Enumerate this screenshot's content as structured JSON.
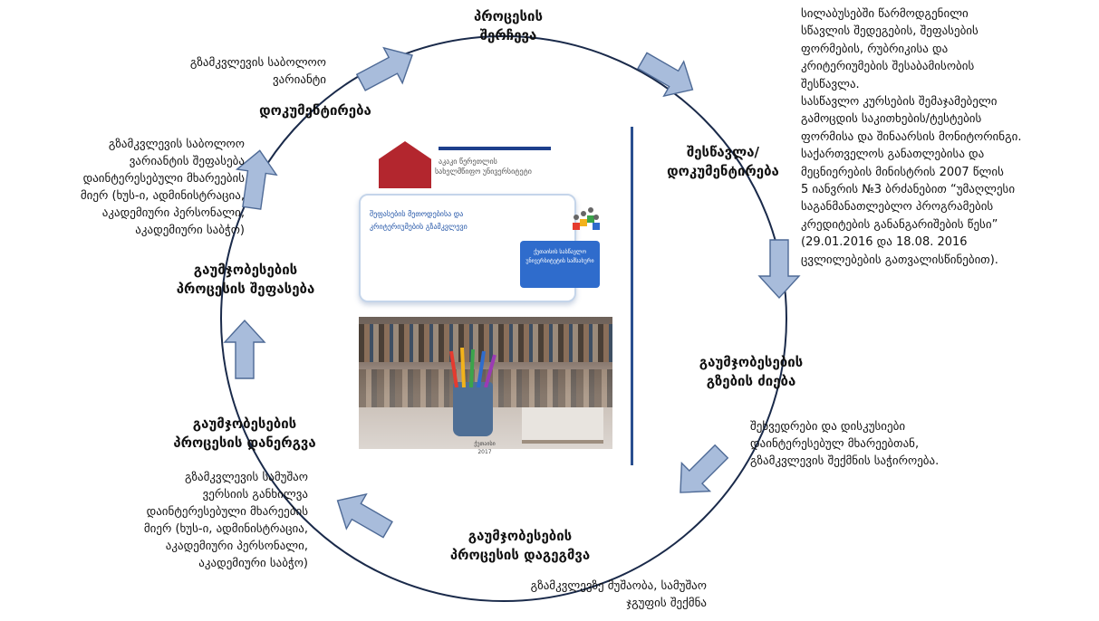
{
  "stages": {
    "top": "პროცესის შერჩევა",
    "right_upper": "შესწავლა/ დოკუმენტირება",
    "right_lower": "გაუმჯობესების გზების ძიება",
    "bottom": "გაუმჯობესების პროცესის დაგეგმვა",
    "left_lower": "გაუმჯობესების პროცესის დანერგვა",
    "left_upper": "გაუმჯობესების პროცესის შეფასება",
    "top_left": "დოკუმენტირება"
  },
  "stage_lines": {
    "top": [
      "პროცესის",
      "შერჩევა"
    ],
    "right_upper": [
      "შესწავლა/",
      "დოკუმენტირება"
    ],
    "right_lower": [
      "გაუმჯობესების",
      "გზების ძიება"
    ],
    "bottom": [
      "გაუმჯობესების",
      "პროცესის დაგეგმვა"
    ],
    "left_lower": [
      "გაუმჯობესების",
      "პროცესის დანერგვა"
    ],
    "left_upper": [
      "გაუმჯობესების",
      "პროცესის შეფასება"
    ]
  },
  "descriptions": {
    "top_left": [
      "გზამკვლევის საბოლოო",
      "ვარიანტი"
    ],
    "left_upper": [
      "გზამკვლევის საბოლოო",
      "ვარიანტის შეფასება",
      "დაინტერესებული მხარეების",
      "მიერ (ხუს-ი, ადმინისტრაცია,",
      "აკადემიური პერსონალი,",
      "აკადემიური საბჭო)"
    ],
    "left_lower": [
      "გზამკვლევის სამუშაო",
      "ვერსიის განხილვა",
      "დაინტერესებული მხარეების",
      "მიერ (ხუს-ი, ადმინისტრაცია,",
      "აკადემიური პერსონალი,",
      "აკადემიური საბჭო)"
    ],
    "bottom": [
      "გზამკვლევზე მუშაობა, სამუშაო",
      "ჯგუფის შექმნა"
    ],
    "right_lower": [
      "შეხვედრები და დისკუსიები",
      "დაინტერესებულ მხარეებთან,",
      "გზამკვლევის შექმნის საჭიროება."
    ],
    "right_upper": [
      "სილაბუსებში წარმოდგენილი",
      "სწავლის შედეგების, შეფასების",
      "ფორმების, რუბრიკისა და",
      "კრიტერიუმების შესაბამისობის",
      "შესწავლა.",
      "სასწავლო კურსების შემაჯამებელი",
      "გამოცდის საკითხების/ტესტების",
      "ფორმისა და შინაარსის მონიტორინგი.",
      "საქართველოს განათლებისა და",
      "მეცნიერების მინისტრის 2007 წლის",
      "5 იანვრის №3 ბრძანებით “უმაღლესი",
      "საგანმანათლებლო პროგრამების",
      "კრედიტების განანგარიშების წესი”",
      "(29.01.2016 და 18.08. 2016",
      "ცვლილებების გათვალისწინებით)."
    ]
  },
  "cover": {
    "university_line1": "აკაკი წერეთლის",
    "university_line2": "სახელმწიფო უნივერსიტეტი",
    "title_line1": "შეფასების მეთოდებისა და",
    "title_line2": "კრიტერიუმების გზამკვლევი",
    "button_text": "ქუთაისის სასწავლო უნივერსიტეტის სამსახური",
    "footer": "ქუთაისი 2017"
  },
  "colors": {
    "arrow_fill": "#a8bcdb",
    "arrow_stroke": "#4e6a96",
    "ring": "#1a2a4a",
    "cover_line": "#2a4f8f",
    "logo": "#b3262e"
  }
}
